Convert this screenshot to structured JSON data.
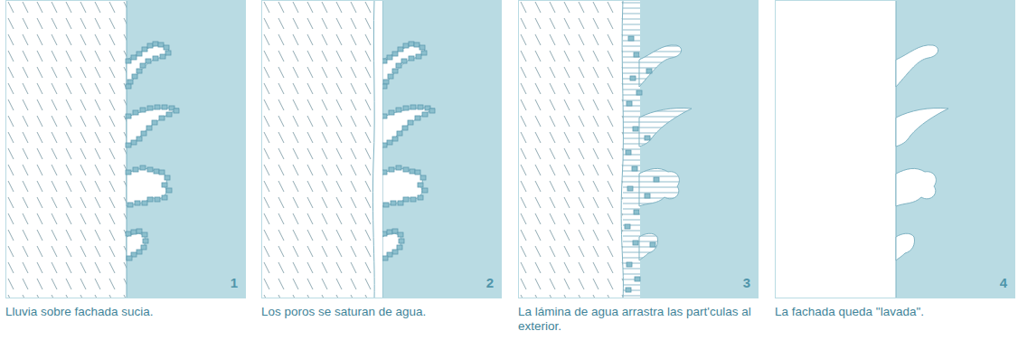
{
  "diagram": {
    "nodes": [
      {
        "text": [
          "1",
          "Lluvia sobre fachada sucia."
        ]
      },
      {
        "text": [
          "2",
          "Los poros se saturan de agua."
        ]
      },
      {
        "text": [
          "3",
          "La lámina de agua arrastra las part'culas al exterior."
        ]
      },
      {
        "text": [
          "4",
          "La fachada queda \"lavada\"."
        ]
      }
    ]
  }
}
